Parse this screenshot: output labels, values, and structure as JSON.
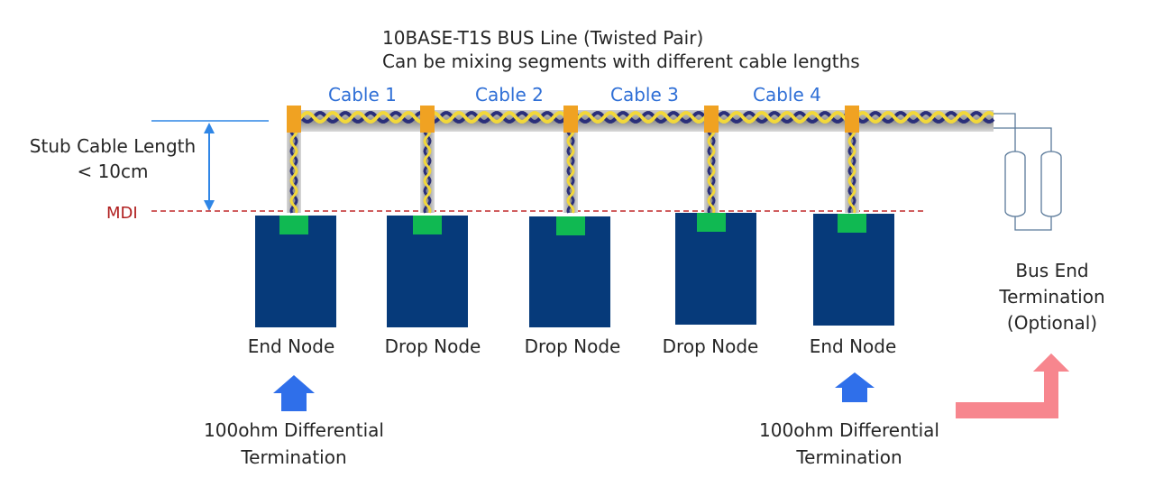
{
  "header": {
    "line1": "10BASE-T1S BUS Line (Twisted Pair)",
    "line2": "Can be mixing segments with different cable lengths"
  },
  "cables": [
    "Cable 1",
    "Cable 2",
    "Cable 3",
    "Cable 4"
  ],
  "stub": {
    "line1": "Stub Cable Length",
    "line2": "< 10cm"
  },
  "mdi": "MDI",
  "nodes": [
    "End Node",
    "Drop Node",
    "Drop Node",
    "Drop Node",
    "End Node"
  ],
  "termination": {
    "line1": "100ohm Differential",
    "line2": "Termination"
  },
  "bus_end": {
    "line1": "Bus End",
    "line2": "Termination",
    "line3": "(Optional)"
  },
  "colors": {
    "node_fill": "#063a7a",
    "connector": "#10b952",
    "junction": "#f0a222",
    "wire_yellow": "#f2d83a",
    "wire_blue": "#2a2f7a",
    "sheath": "#9a9a9a",
    "mdi_line": "#c0282a",
    "blue_arrow": "#2f6fea",
    "pink_arrow": "#f7868e",
    "dimension": "#2f86e6",
    "resistor_line": "#5b7a9a"
  }
}
